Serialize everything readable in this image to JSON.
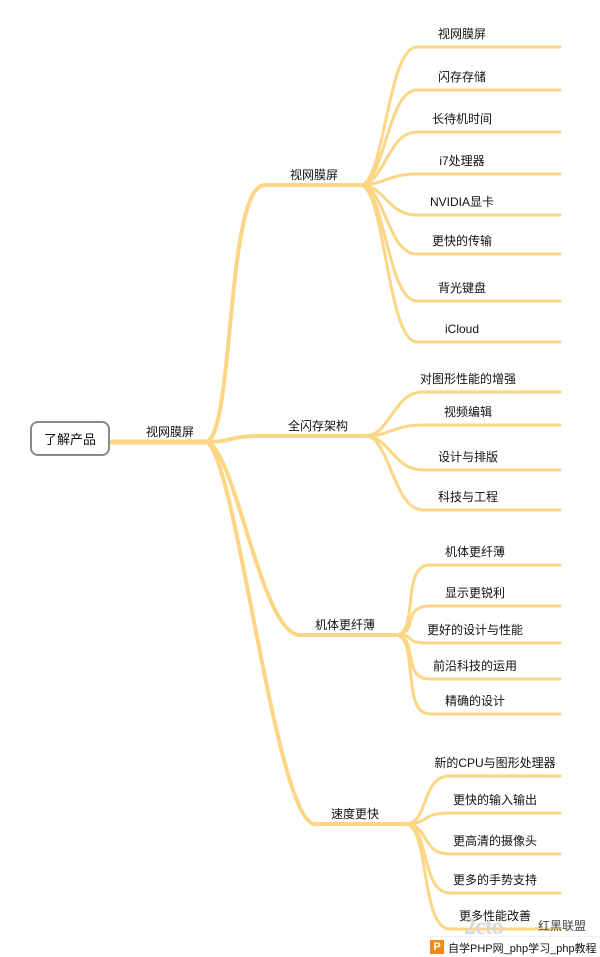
{
  "root": {
    "label": "了解产品"
  },
  "hub": {
    "label": "视网膜屏"
  },
  "branches": [
    {
      "label": "视网膜屏",
      "children": [
        "视网膜屏",
        "闪存存储",
        "长待机时间",
        "i7处理器",
        "NVIDIA显卡",
        "更快的传输",
        "背光键盘",
        "iCloud"
      ]
    },
    {
      "label": "全闪存架构",
      "children": [
        "对图形性能的增强",
        "视频编辑",
        "设计与排版",
        "科技与工程"
      ]
    },
    {
      "label": "机体更纤薄",
      "children": [
        "机体更纤薄",
        "显示更锐利",
        "更好的设计与性能",
        "前沿科技的运用",
        "精确的设计"
      ]
    },
    {
      "label": "速度更快",
      "children": [
        "新的CPU与图形处理器",
        "更快的输入输出",
        "更高清的摄像头",
        "更多的手势支持",
        "更多性能改善"
      ]
    }
  ],
  "colors": {
    "branch_line": "#fcd685",
    "root_border": "#8a8a8a",
    "watermark_accent": "#f08a1d"
  },
  "watermark": {
    "logo": "2cto",
    "brand": "红黑联盟",
    "icon": "P",
    "text": "自学PHP网_php学习_php教程"
  }
}
